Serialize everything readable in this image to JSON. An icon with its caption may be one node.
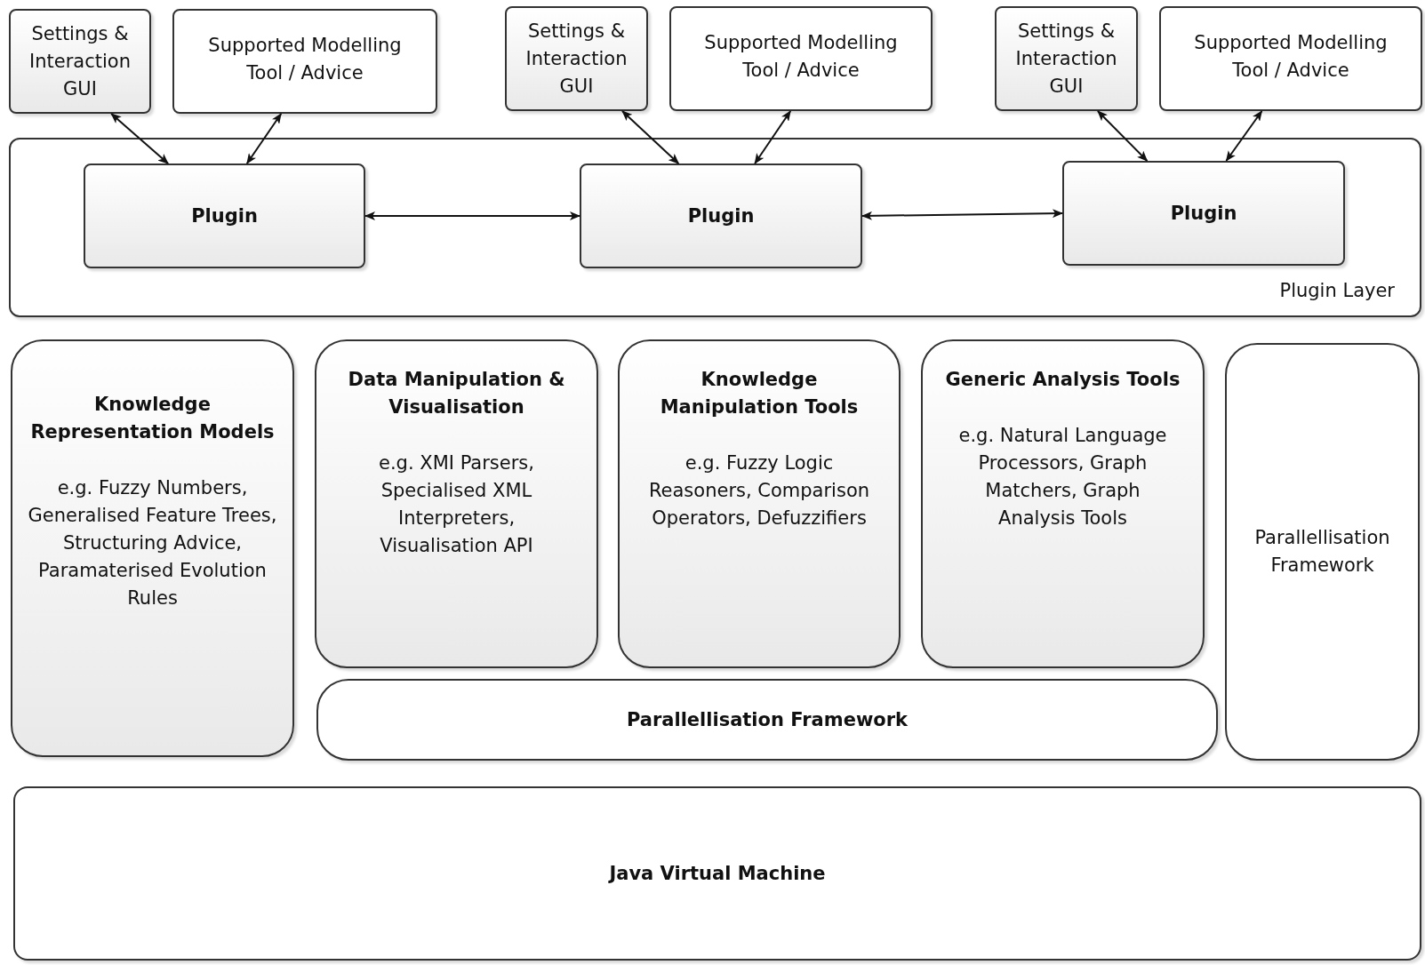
{
  "diagram": {
    "nodes": [
      {
        "text": [
          "Settings & Interaction GUI"
        ]
      },
      {
        "text": [
          "Supported Modelling Tool / Advice"
        ]
      },
      {
        "text": [
          "Settings & Interaction GUI"
        ]
      },
      {
        "text": [
          "Supported Modelling Tool / Advice"
        ]
      },
      {
        "text": [
          "Settings & Interaction GUI"
        ]
      },
      {
        "text": [
          "Supported Modelling Tool / Advice"
        ]
      },
      {
        "text": [
          "Plugin Layer"
        ]
      },
      {
        "text": [
          "Plugin"
        ],
        "in": 6
      },
      {
        "text": [
          "Plugin"
        ],
        "in": 6
      },
      {
        "text": [
          "Plugin"
        ],
        "in": 6
      },
      {
        "text": [
          "Knowledge Representation Models",
          "e.g. Fuzzy Numbers, Generalised Feature Trees, Structuring Advice, Paramaterised Evolution Rules"
        ]
      },
      {
        "text": [
          "Data Manipulation & Visualisation",
          "e.g. XMI Parsers, Specialised XML Interpreters, Visualisation API"
        ]
      },
      {
        "text": [
          "Knowledge Manipulation Tools",
          "e.g. Fuzzy Logic Reasoners, Comparison Operators, Defuzzifiers"
        ]
      },
      {
        "text": [
          "Generic Analysis Tools",
          "e.g. Natural Language Processors, Graph Matchers, Graph Analysis Tools"
        ]
      },
      {
        "text": [
          "Parallellisation Framework"
        ]
      },
      {
        "text": [
          "Parallellisation Framework"
        ]
      },
      {
        "text": [
          "Java Virtual Machine"
        ]
      }
    ],
    "edges": [
      {
        "from": 0,
        "to": 7,
        "arrow": "both"
      },
      {
        "from": 1,
        "to": 7,
        "arrow": "both"
      },
      {
        "from": 2,
        "to": 8,
        "arrow": "both"
      },
      {
        "from": 3,
        "to": 8,
        "arrow": "both"
      },
      {
        "from": 4,
        "to": 9,
        "arrow": "both"
      },
      {
        "from": 5,
        "to": 9,
        "arrow": "both"
      },
      {
        "from": 7,
        "to": 8,
        "arrow": "both"
      },
      {
        "from": 8,
        "to": 9,
        "arrow": "both"
      }
    ]
  }
}
